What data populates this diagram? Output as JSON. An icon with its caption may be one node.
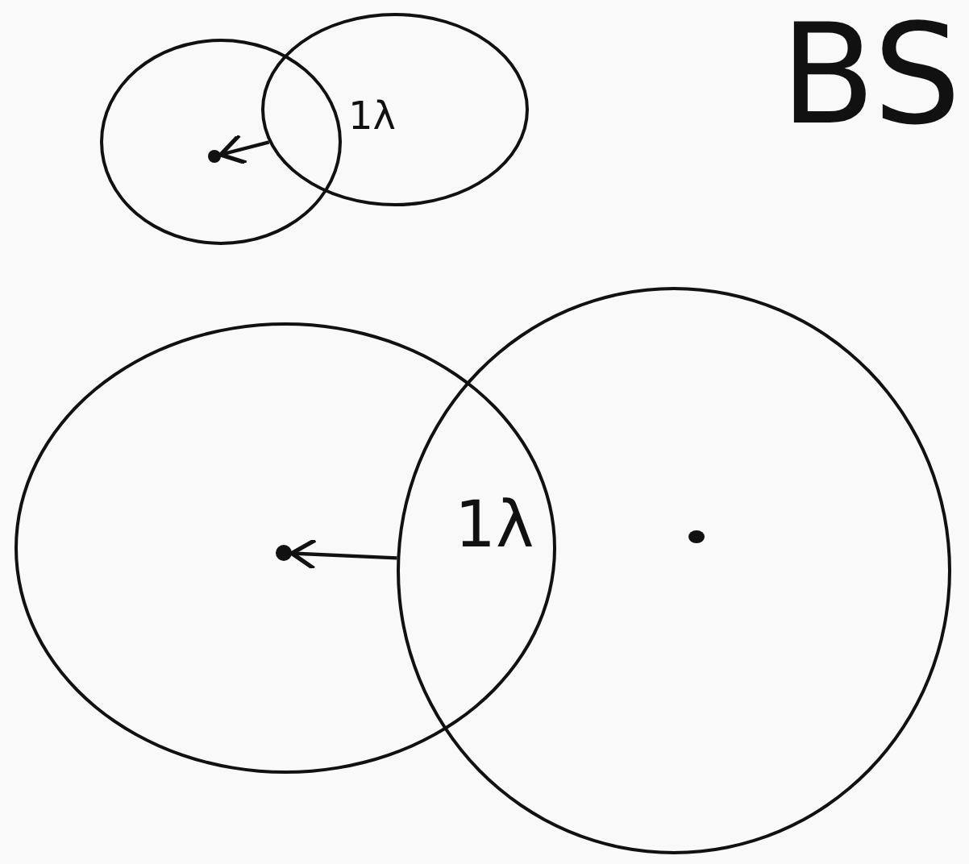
{
  "diagram": {
    "nodes": [
      {
        "text": [],
        "shape": "circle"
      },
      {
        "text": [],
        "shape": "circle"
      },
      {
        "text": [],
        "shape": "circle"
      },
      {
        "text": [],
        "shape": "circle"
      },
      {
        "text": [],
        "shape": "dot",
        "in": 0
      },
      {
        "text": [],
        "shape": "dot",
        "in": 2
      },
      {
        "text": [],
        "shape": "dot",
        "in": 3
      }
    ],
    "edges": [
      {
        "from": 1,
        "to": 4,
        "arrow": "to"
      },
      {
        "from": 3,
        "to": 5,
        "arrow": "to"
      }
    ],
    "labels": [
      "BS",
      "1λ",
      "1λ"
    ]
  }
}
